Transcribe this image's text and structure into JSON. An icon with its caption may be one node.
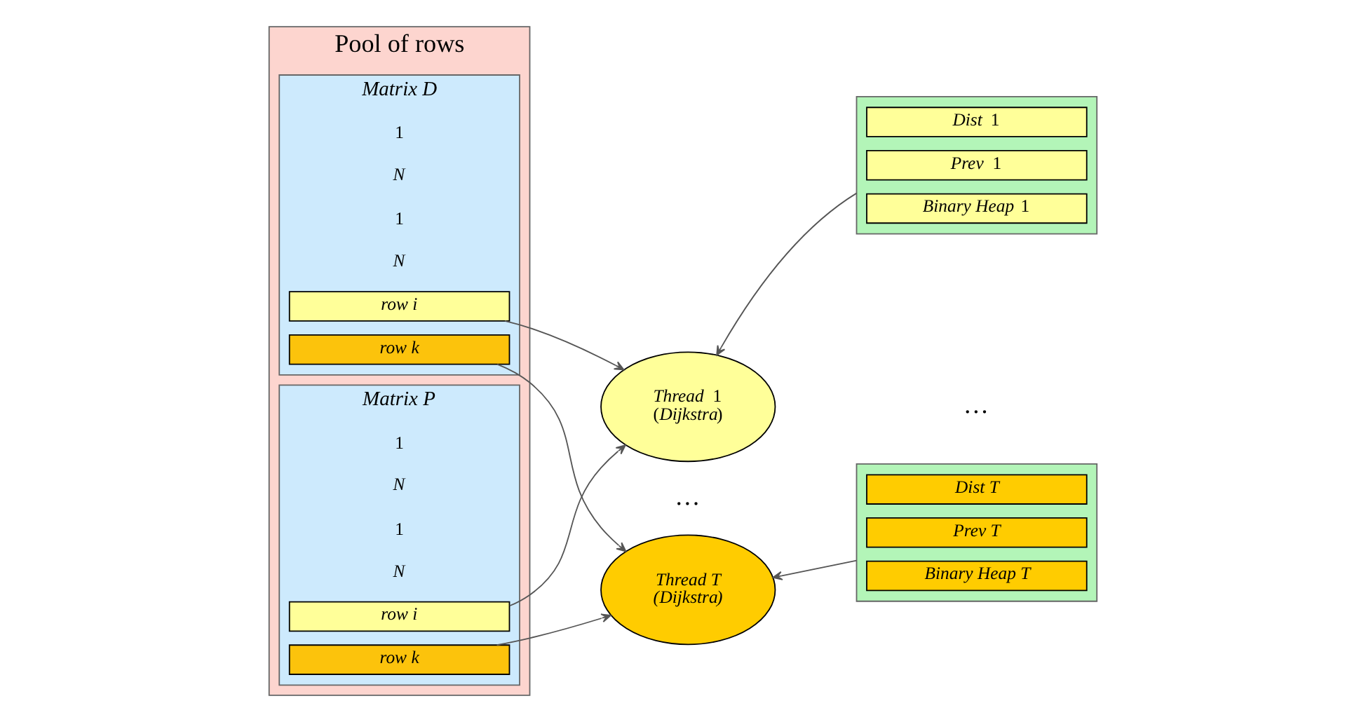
{
  "diagram": {
    "nodes": [
      {
        "text": [
          "Pool of rows"
        ]
      },
      {
        "text": [
          "Matrix D"
        ],
        "in": 0
      },
      {
        "text": [
          "row i"
        ],
        "in": 1
      },
      {
        "text": [
          "row k"
        ],
        "in": 1
      },
      {
        "text": [
          "Matrix P"
        ],
        "in": 0
      },
      {
        "text": [
          "row i"
        ],
        "in": 4
      },
      {
        "text": [
          "row k"
        ],
        "in": 4
      },
      {
        "text": [
          "*Thread* 1",
          "(*Dijkstra*)"
        ]
      },
      {
        "text": [
          "Thread T",
          "(*Dijkstra*)"
        ]
      },
      {
        "text": [],
        "shape": "box"
      },
      {
        "text": [
          "*Dist* 1"
        ],
        "in": 9
      },
      {
        "text": [
          "*Prev* 1"
        ],
        "in": 9
      },
      {
        "text": [
          "*Binary Heap* 1"
        ],
        "in": 9
      },
      {
        "text": [],
        "shape": "box"
      },
      {
        "text": [
          "Dist T"
        ],
        "in": 13
      },
      {
        "text": [
          "Prev T"
        ],
        "in": 13
      },
      {
        "text": [
          "Binary Heap T"
        ],
        "in": 13
      }
    ],
    "edges": [
      {
        "from": 2,
        "to": 7,
        "arrow": "to"
      },
      {
        "from": 3,
        "to": 8,
        "arrow": "to"
      },
      {
        "from": 5,
        "to": 7,
        "arrow": "to"
      },
      {
        "from": 6,
        "to": 8,
        "arrow": "to"
      },
      {
        "from": 9,
        "to": 7,
        "arrow": "to"
      },
      {
        "from": 13,
        "to": 8,
        "arrow": "to"
      }
    ],
    "labels": [
      "1",
      "N",
      "1",
      "N",
      "1",
      "N",
      "1",
      "N",
      "…",
      "…"
    ]
  }
}
